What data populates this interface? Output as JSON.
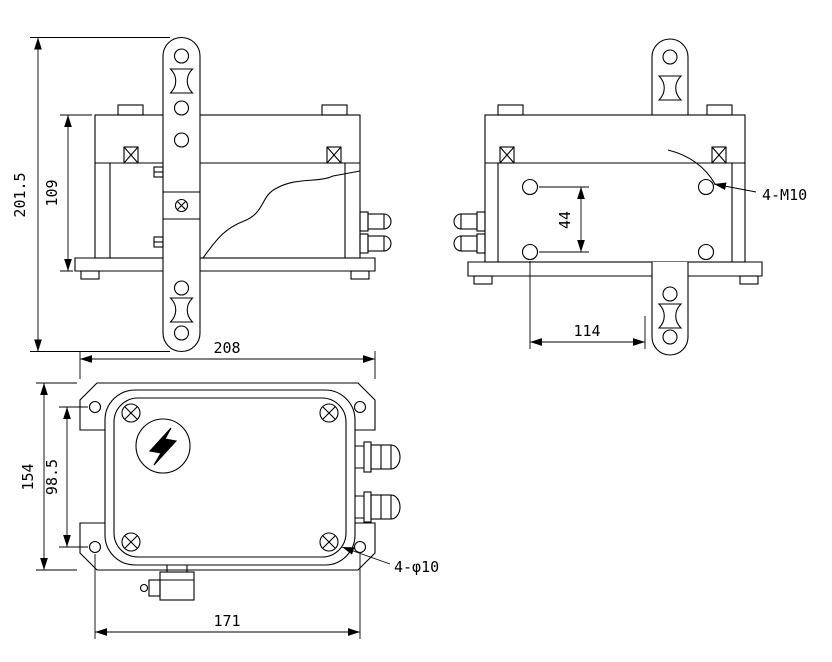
{
  "front_view": {
    "dims": {
      "overall_height": "201.5",
      "body_height": "109"
    }
  },
  "side_view": {
    "dims": {
      "hole_vertical_spacing": "44",
      "hole_horizontal_spacing": "114"
    },
    "labels": {
      "thread_holes": "4-M10"
    }
  },
  "plan_view": {
    "dims": {
      "overall_width": "208",
      "overall_depth": "154",
      "hole_vertical_spacing": "98.5",
      "hole_horizontal_spacing": "171"
    },
    "labels": {
      "mounting_holes": "4-φ10"
    },
    "emblem_icon": "lightning-bolt"
  },
  "colors": {
    "line": "#000000",
    "background": "#ffffff"
  }
}
